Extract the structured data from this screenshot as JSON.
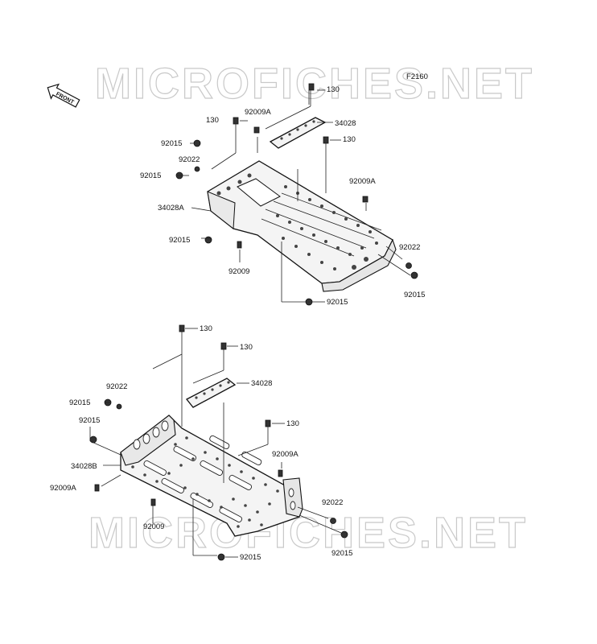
{
  "watermark": "MICROFICHES.NET",
  "figure_code": "F2160",
  "front_label": "FRONT",
  "upper": {
    "labels": {
      "bolt_top": "130",
      "bolt_left": "130",
      "bolt_right": "130",
      "screw_a_top": "92009A",
      "screw_a_right": "92009A",
      "cover": "34028",
      "nut_a": "92015",
      "washer_left": "92022",
      "nut_b": "92015",
      "floor": "34028A",
      "nut_c": "92015",
      "screw": "92009",
      "washer_right": "92022",
      "nut_right": "92015",
      "nut_bottom": "92015"
    }
  },
  "lower": {
    "labels": {
      "bolt_top": "130",
      "bolt_mid": "130",
      "cover": "34028",
      "washer_left": "92022",
      "nut_a": "92015",
      "nut_b": "92015",
      "bolt_right": "130",
      "screw_a_right": "92009A",
      "floor": "34028B",
      "screw_a_left": "92009A",
      "washer_right": "92022",
      "screw": "92009",
      "nut_right": "92015",
      "nut_bottom": "92015"
    }
  }
}
